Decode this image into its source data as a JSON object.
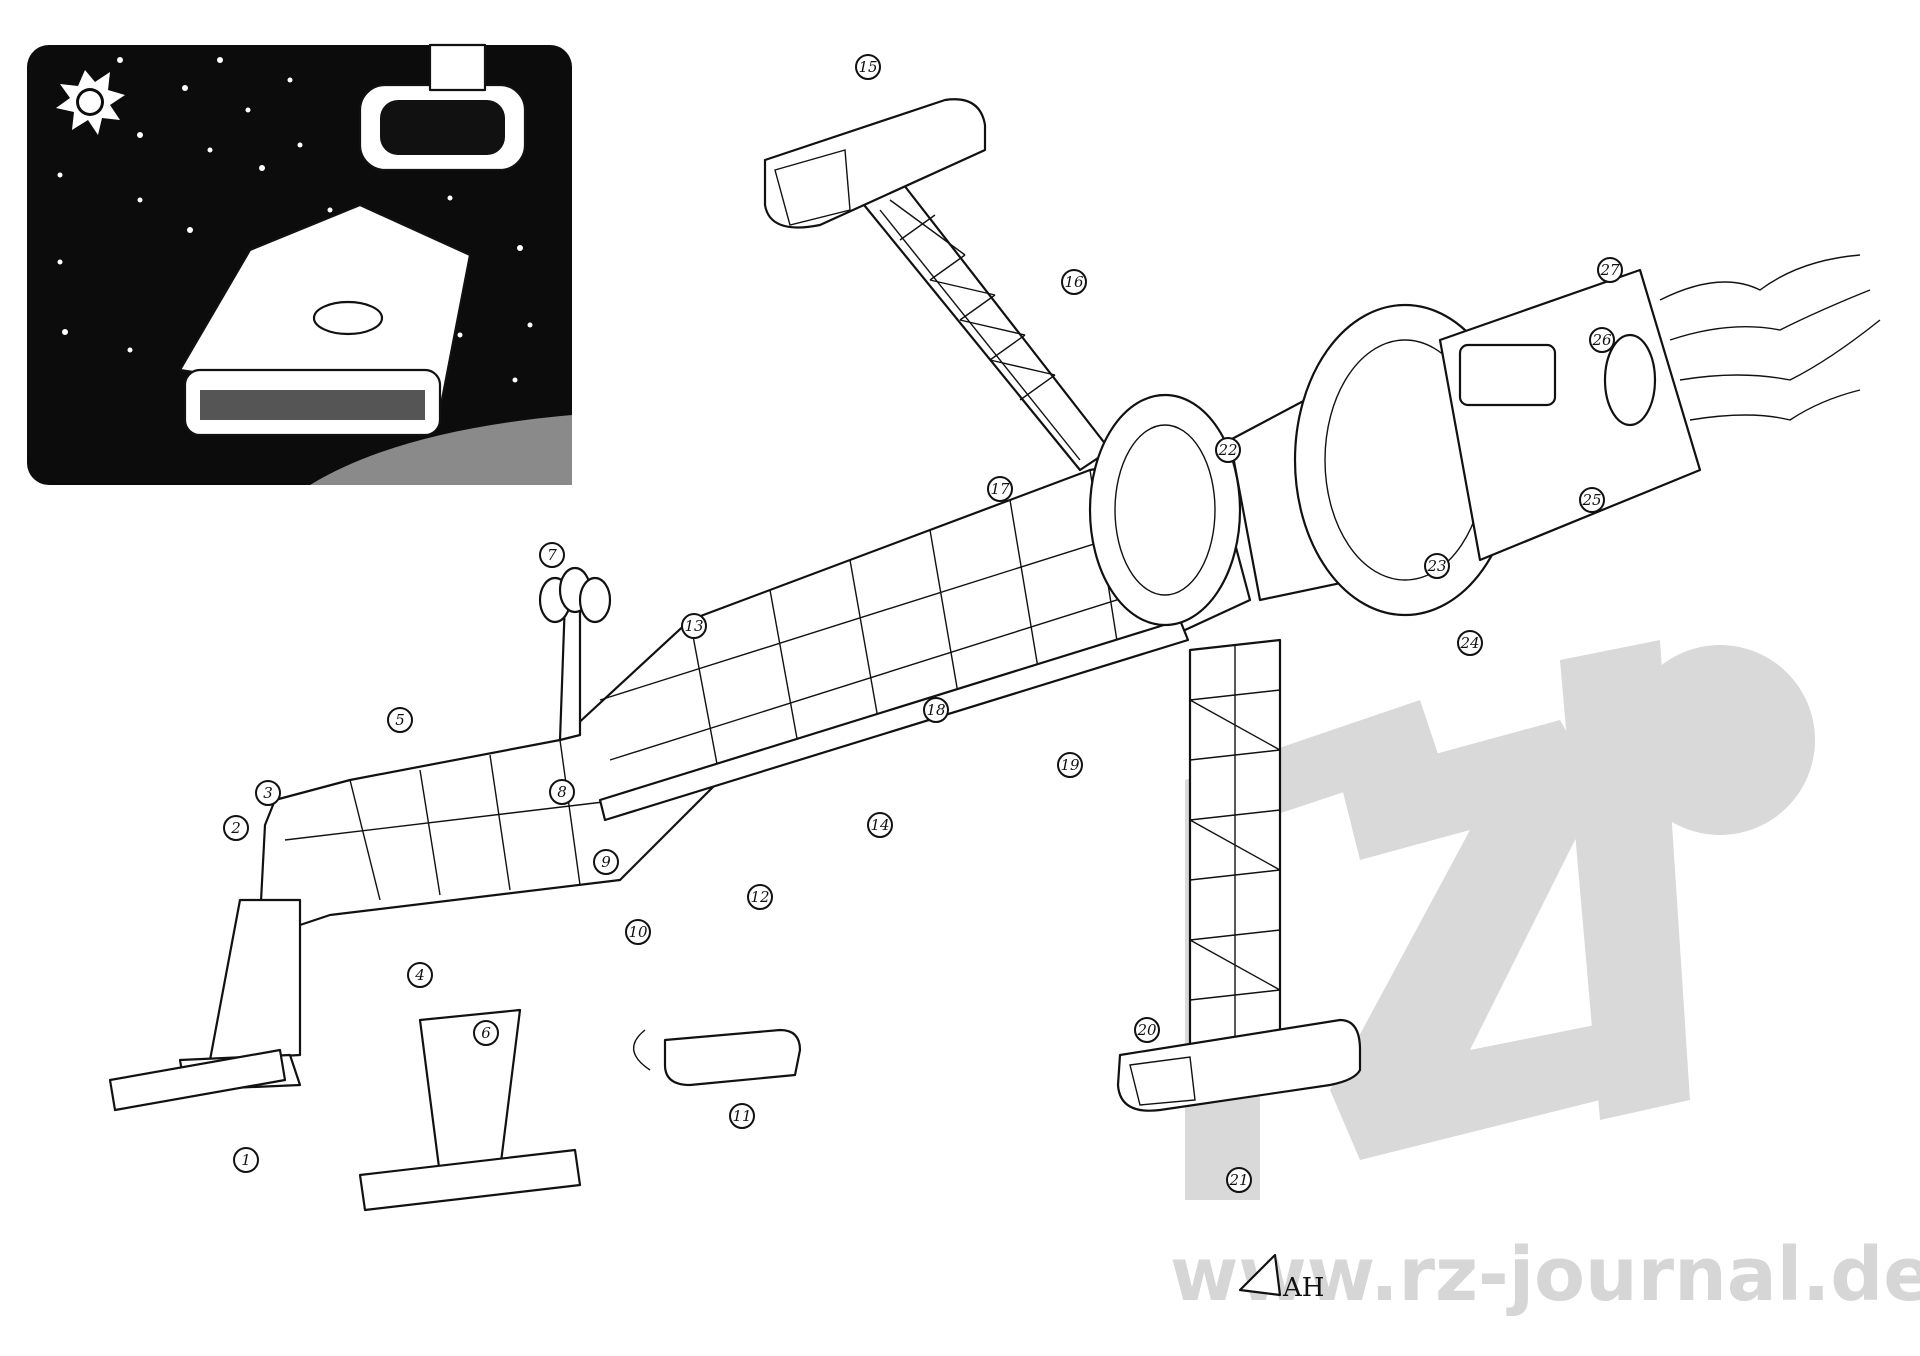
{
  "callouts": [
    "1",
    "2",
    "3",
    "4",
    "5",
    "6",
    "7",
    "8",
    "9",
    "10",
    "11",
    "12",
    "13",
    "14",
    "15",
    "16",
    "17",
    "18",
    "19",
    "20",
    "21",
    "22",
    "23",
    "24",
    "25",
    "26",
    "27"
  ],
  "watermark": {
    "domain_text": "www.rz-journal.de",
    "logo_color": "#d9d9d9"
  },
  "signature": "AH",
  "colors": {
    "ink": "#111111",
    "paper": "#ffffff",
    "inset_bg": "#0c0c0c"
  }
}
